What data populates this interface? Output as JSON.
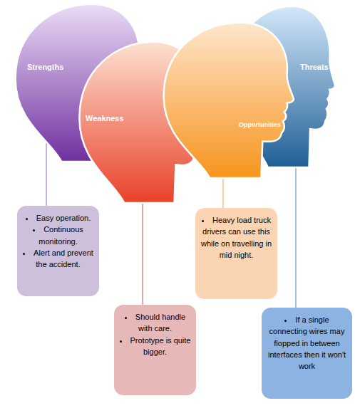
{
  "diagram": {
    "nodes": [
      {
        "text": [
          "Strengths"
        ]
      },
      {
        "text": [
          "Weakness"
        ]
      },
      {
        "text": [
          "Opportunities"
        ]
      },
      {
        "text": [
          "Threats"
        ]
      },
      {
        "text": [
          "Easy operation.",
          "Continuous monitoring.",
          "Alert and prevent the accident."
        ]
      },
      {
        "text": [
          "Should handle with care.",
          "Prototype is quite bigger."
        ]
      },
      {
        "text": [
          "Heavy load truck drivers can use this while on travelling in mid night."
        ]
      },
      {
        "text": [
          "If a single connecting wires may flopped in between interfaces then it won't work"
        ]
      }
    ],
    "edges": [
      {
        "from": 0,
        "to": 4,
        "arrow": "none"
      },
      {
        "from": 1,
        "to": 5,
        "arrow": "none"
      },
      {
        "from": 2,
        "to": 6,
        "arrow": "none"
      },
      {
        "from": 3,
        "to": 7,
        "arrow": "none"
      }
    ]
  }
}
